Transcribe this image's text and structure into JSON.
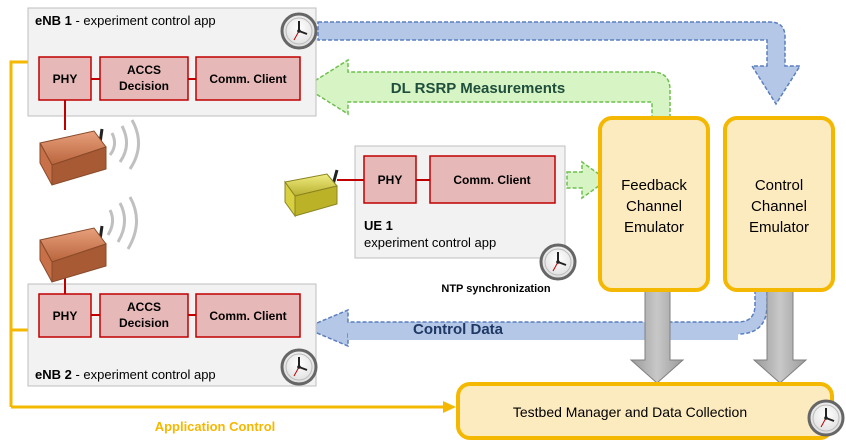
{
  "enb1": {
    "name": "eNB 1",
    "suffix": " - experiment control app",
    "blocks": {
      "phy": "PHY",
      "accs_line1": "ACCS",
      "accs_line2": "Decision",
      "comm": "Comm. Client"
    }
  },
  "enb2": {
    "name": "eNB 2",
    "suffix": " - experiment control app",
    "blocks": {
      "phy": "PHY",
      "accs_line1": "ACCS",
      "accs_line2": "Decision",
      "comm": "Comm. Client"
    }
  },
  "ue1": {
    "name": "UE 1",
    "subtitle": "experiment control app",
    "blocks": {
      "phy": "PHY",
      "comm": "Comm. Client"
    }
  },
  "emulators": {
    "feedback": [
      "Feedback",
      "Channel",
      "Emulator"
    ],
    "control": [
      "Control",
      "Channel",
      "Emulator"
    ]
  },
  "testbed": {
    "label": "Testbed Manager and Data Collection"
  },
  "flows": {
    "dl_rsrp": "DL RSRP Measurements",
    "control_data": "Control Data",
    "ntp": "NTP synchronization",
    "application_control": "Application Control"
  },
  "icons": [
    "clock-icon",
    "router-icon",
    "ue-device-icon",
    "wireless-waves-icon"
  ],
  "colors": {
    "module_fill": "#e6b8b7",
    "module_border": "#c00000",
    "app_panel_fill": "#f2f2f2",
    "emulator_fill": "#fdebc0",
    "emulator_border": "#f4b800",
    "green_arrow": "#d7f5c4",
    "blue_arrow": "#b4c7e7",
    "app_control": "#f5b800"
  }
}
